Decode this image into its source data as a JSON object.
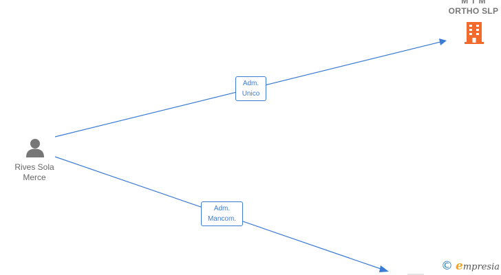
{
  "nodes": {
    "person": {
      "name_line1": "Rives Sola",
      "name_line2": "Merce",
      "icon": "person-icon",
      "color": "#777777"
    },
    "company_top": {
      "name_line1": "M T M",
      "name_line2": "ORTHO  SLP",
      "icon": "building-icon",
      "color": "#f26b2c"
    }
  },
  "edges": [
    {
      "label_line1": "Adm.",
      "label_line2": "Unico"
    },
    {
      "label_line1": "Adm.",
      "label_line2": "Mancom."
    }
  ],
  "watermark": {
    "copyright": "©",
    "brand_initial": "e",
    "brand_rest": "mpresia"
  },
  "colors": {
    "edge": "#3a7bd5",
    "company": "#f26b2c",
    "person": "#777777"
  }
}
